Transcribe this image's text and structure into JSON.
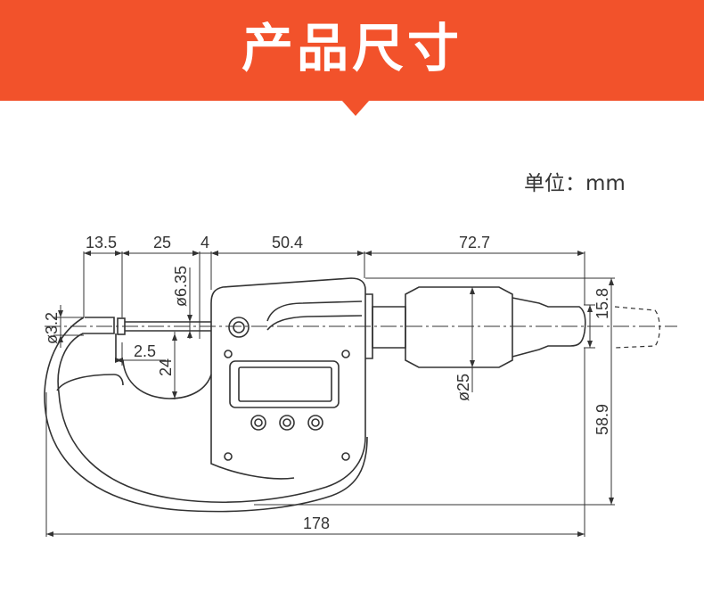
{
  "header": {
    "title": "产品尺寸"
  },
  "unit_label": "单位：mm",
  "dimensions": {
    "d1": "13.5",
    "d2": "25",
    "d3": "4",
    "d4": "50.4",
    "d5": "72.7",
    "spindle_dia": "ø6.35",
    "anvil_dia": "ø3.2",
    "d_2_5": "2.5",
    "throat_depth": "24",
    "thimble_dia": "ø25",
    "spindle_height": "15.8",
    "total_height": "58.9",
    "total_length": "178"
  }
}
